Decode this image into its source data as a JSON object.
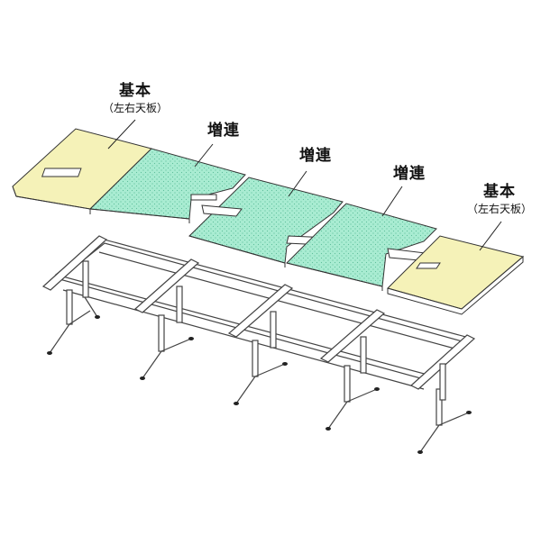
{
  "labels": {
    "base_left": {
      "main": "基本",
      "sub": "（左右天板）"
    },
    "ext_1": {
      "main": "増連"
    },
    "ext_2": {
      "main": "増連"
    },
    "ext_3": {
      "main": "増連"
    },
    "base_right": {
      "main": "基本",
      "sub": "（左右天板）"
    }
  },
  "colors": {
    "base_panel": "#f5f2b8",
    "extension_panel": "#a9ecd2",
    "outline": "#333333",
    "frame": "#444444"
  }
}
